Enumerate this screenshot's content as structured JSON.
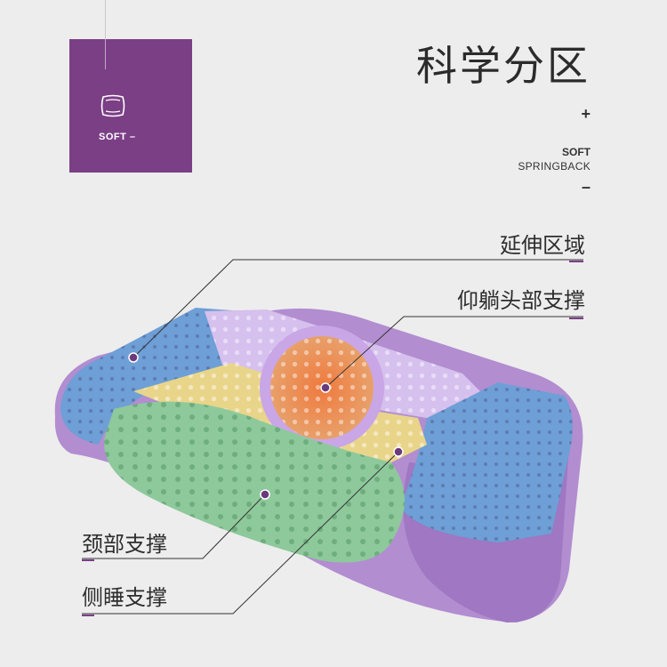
{
  "header": {
    "title": "科学分区",
    "plus": "+",
    "scale_top": "SOFT",
    "scale_bottom": "SPRINGBACK",
    "minus": "–"
  },
  "badge": {
    "label": "SOFT –",
    "icon": "pillow-icon",
    "color": "#7b3f86"
  },
  "callouts": {
    "extension_zone": "延伸区域",
    "head_support": "仰躺头部支撑",
    "neck_support": "颈部支撑",
    "side_sleep_support": "侧睡支撑"
  },
  "colors": {
    "background": "#ededed",
    "accent_purple": "#7b3f86",
    "pillow_cover": "#b48bd1",
    "zone_blue": "#6e9fd6",
    "zone_lilac": "#d3bcec",
    "zone_yellow": "#e9d58a",
    "zone_orange": "#e8864f",
    "zone_green": "#8ec99b"
  }
}
